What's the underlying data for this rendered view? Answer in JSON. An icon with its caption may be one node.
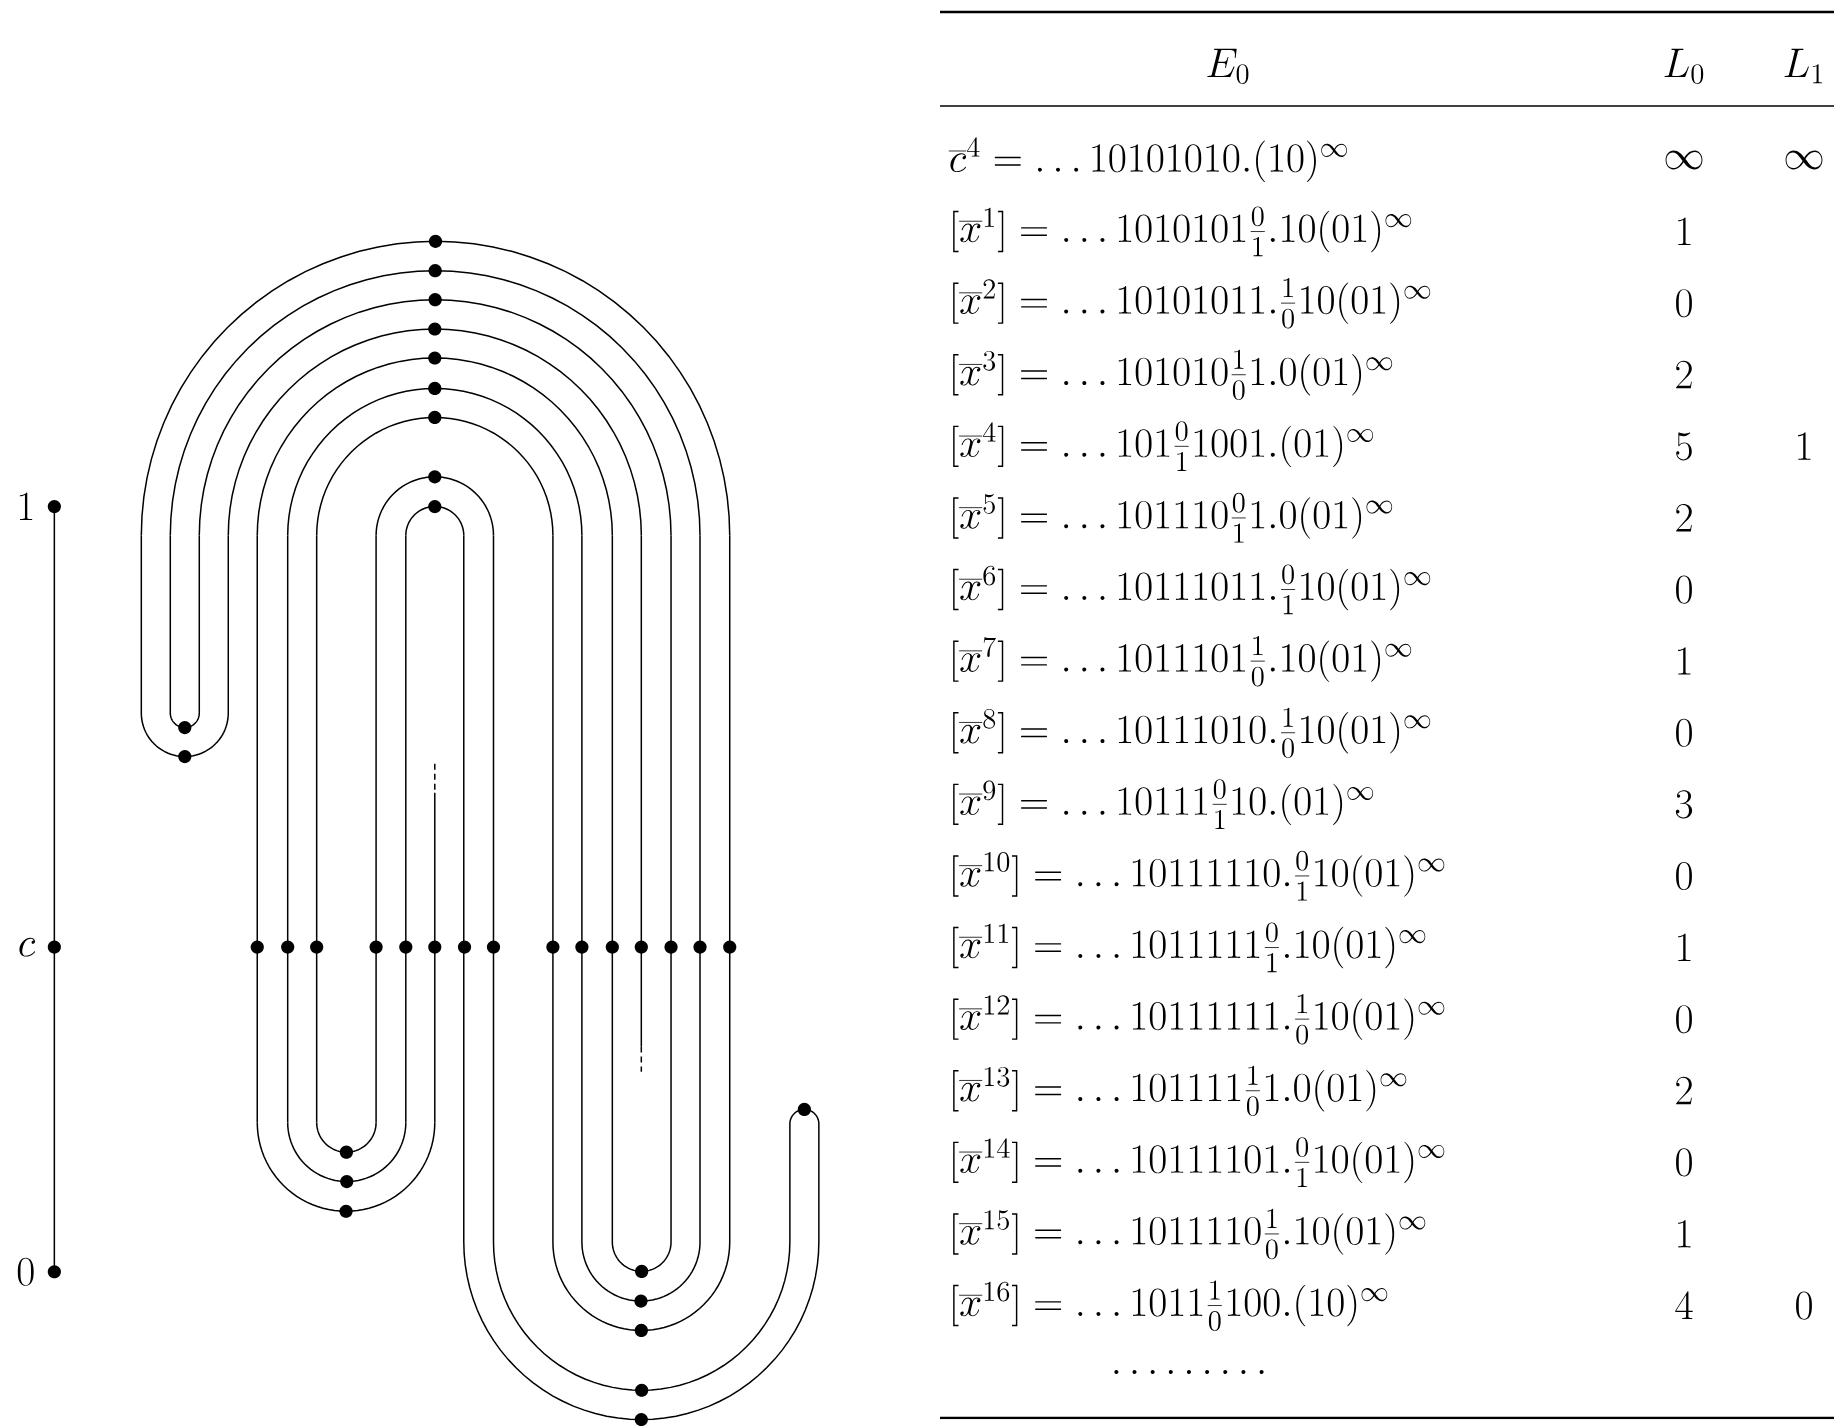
{
  "diagram": {
    "labels": [
      "1",
      "c",
      "0",
      "E_0",
      "L_0",
      "L_1",
      "\\overline{c}^{4} = \\ldots 10101010.(10)^{\\infty}",
      "\\infty",
      "\\infty",
      "[\\overline{x}^{1}] = \\ldots 1010101\\frac{0}{1}.10(01)^{\\infty}",
      "1",
      "[\\overline{x}^{2}] = \\ldots 10101011.\\frac{1}{0}10(01)^{\\infty}",
      "0",
      "[\\overline{x}^{3}] = \\ldots 101010\\frac{1}{0}1.0(01)^{\\infty}",
      "2",
      "[\\overline{x}^{4}] = \\ldots 101\\frac{0}{1}1001.(01)^{\\infty}",
      "5",
      "1",
      "[\\overline{x}^{5}] = \\ldots 101110\\frac{0}{1}1.0(01)^{\\infty}",
      "2",
      "[\\overline{x}^{6}] = \\ldots 10111011.\\frac{0}{1}10(01)^{\\infty}",
      "0",
      "[\\overline{x}^{7}] = \\ldots 1011101\\frac{1}{0}.10(01)^{\\infty}",
      "1",
      "[\\overline{x}^{8}] = \\ldots 10111010.\\frac{1}{0}10(01)^{\\infty}",
      "0",
      "[\\overline{x}^{9}] = \\ldots 10111\\frac{0}{1}10.(01)^{\\infty}",
      "3",
      "[\\overline{x}^{10}] = \\ldots 10111110.\\frac{0}{1}10(01)^{\\infty}",
      "0",
      "[\\overline{x}^{11}] = \\ldots 1011111\\frac{0}{1}.10(01)^{\\infty}",
      "1",
      "[\\overline{x}^{12}] = \\ldots 10111111.\\frac{1}{0}10(01)^{\\infty}",
      "0",
      "[\\overline{x}^{13}] = \\ldots 101111\\frac{1}{0}1.0(01)^{\\infty}",
      "2",
      "[\\overline{x}^{14}] = \\ldots 10111101.\\frac{0}{1}10(01)^{\\infty}",
      "0",
      "[\\overline{x}^{15}] = \\ldots 1011110\\frac{1}{0}.10(01)^{\\infty}",
      "1",
      "[\\overline{x}^{16}] = \\ldots 1011\\frac{1}{0}100.(10)^{\\infty}",
      "4",
      "0",
      "\\ldots\\ldots\\ldots"
    ]
  }
}
